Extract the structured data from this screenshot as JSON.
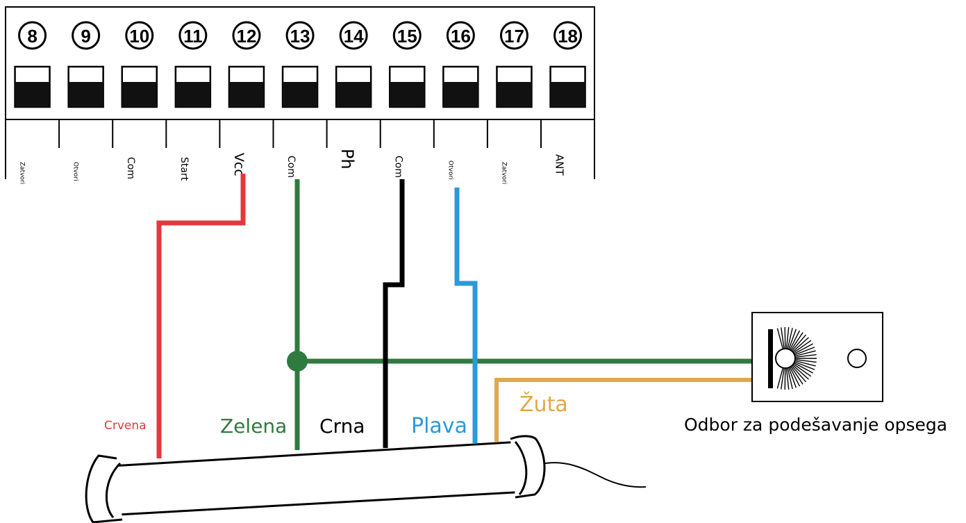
{
  "terminal_block": {
    "terminals": [
      {
        "number": "8",
        "label": "Zatvori"
      },
      {
        "number": "9",
        "label": "Otvori"
      },
      {
        "number": "10",
        "label": "Com"
      },
      {
        "number": "11",
        "label": "Start"
      },
      {
        "number": "12",
        "label": "Vcc"
      },
      {
        "number": "13",
        "label": "Com"
      },
      {
        "number": "14",
        "label": "Ph"
      },
      {
        "number": "15",
        "label": "Com"
      },
      {
        "number": "16",
        "label": "Otvori"
      },
      {
        "number": "17",
        "label": "Zatvori"
      },
      {
        "number": "18",
        "label": "ANT"
      }
    ]
  },
  "wires": {
    "red": {
      "label": "Crvena",
      "color": "#e4383d"
    },
    "green": {
      "label": "Zelena",
      "color": "#2f7a3f"
    },
    "black": {
      "label": "Crna",
      "color": "#000000"
    },
    "blue": {
      "label": "Plava",
      "color": "#2b9ad8"
    },
    "yellow": {
      "label": "Žuta",
      "color": "#e0a84a"
    }
  },
  "range_board": {
    "label": "Odbor za podešavanje opsega"
  }
}
